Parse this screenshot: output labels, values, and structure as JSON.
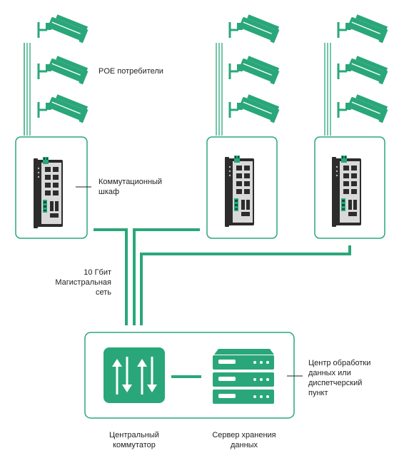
{
  "labels": {
    "poe_consumers": "POE потребители",
    "switch_cabinet": "Коммутационный\nшкаф",
    "backbone": "10 Гбит\nМагистральная\nсеть",
    "data_center": "Центр обработки\nданных или\nдиспетчерский\nпункт",
    "central_switch": "Центральный\nкоммутатор",
    "storage_server": "Сервер хранения\nданных"
  },
  "colors": {
    "accent": "#2AA77A",
    "accent_dark": "#1E8F66",
    "device_dark": "#2C2C2C",
    "device_silver": "#D9D9D9",
    "text": "#222222"
  }
}
